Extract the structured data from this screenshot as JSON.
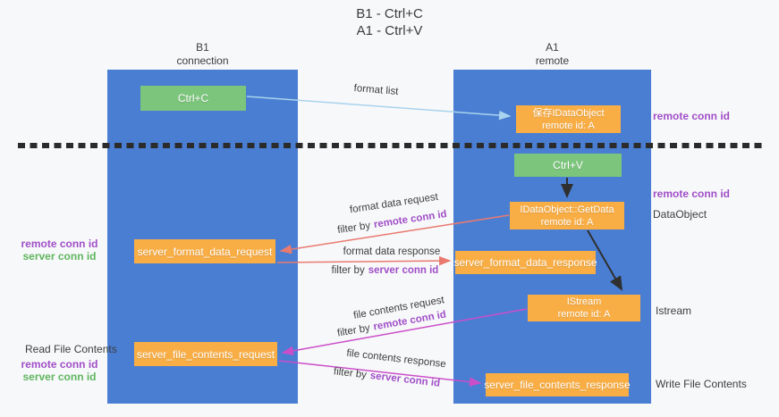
{
  "title": {
    "line1": "B1 - Ctrl+C",
    "line2": "A1 - Ctrl+V"
  },
  "lanes": {
    "left": {
      "title": "B1",
      "subtitle": "connection"
    },
    "right": {
      "title": "A1",
      "subtitle": "remote"
    }
  },
  "boxes": {
    "ctrl_c": {
      "label": "Ctrl+C"
    },
    "ctrl_v": {
      "label": "Ctrl+V"
    },
    "save_dataobject": {
      "line1": "保存IDataObject",
      "line2": "remote id: A"
    },
    "getdata": {
      "line1": "IDataObject::GetData",
      "line2": "remote id: A"
    },
    "istream": {
      "line1": "IStream",
      "line2": "remote id: A"
    },
    "server_format_data_request": {
      "label": "server_format_data_request"
    },
    "server_format_data_response": {
      "label": "server_format_data_response"
    },
    "server_file_contents_request": {
      "label": "server_file_contents_request"
    },
    "server_file_contents_response": {
      "label": "server_file_contents_response"
    }
  },
  "arrows": {
    "format_list": {
      "label": "format list"
    },
    "format_data_request": {
      "label": "format data request",
      "filter_prefix": "filter by",
      "filter_key": "remote conn id"
    },
    "format_data_response": {
      "label": "format data response",
      "filter_prefix": "filter by",
      "filter_key": "server conn id"
    },
    "file_contents_request": {
      "label": "file contents request",
      "filter_prefix": "filter by",
      "filter_key": "remote conn id"
    },
    "file_contents_response": {
      "label": "file contents response",
      "filter_prefix": "filter by",
      "filter_key": "server conn id"
    }
  },
  "side_labels": {
    "right_remote_conn_id_top": "remote conn id",
    "right_remote_conn_id_mid": "remote conn id",
    "right_dataobject": "DataObject",
    "right_istream": "Istream",
    "right_write_file_contents": "Write File Contents",
    "left_remote_conn_id_top": "remote conn id",
    "left_server_conn_id_top": "server conn id",
    "left_read_file_contents": "Read File Contents",
    "left_remote_conn_id_bottom": "remote conn id",
    "left_server_conn_id_bottom": "server conn id"
  },
  "colors": {
    "lane_blue": "#4a7ed2",
    "box_orange": "#f9ae45",
    "box_green": "#7cc57c",
    "arrow_salmon": "#e97a70",
    "arrow_magenta": "#cb4ec9",
    "arrow_light_blue": "#a9d3ee",
    "arrow_black": "#2f2f2f",
    "conn_id_purple": "#a04fc8",
    "conn_id_green": "#5fb55f",
    "dashed_line_black": "#2b2b2b"
  }
}
